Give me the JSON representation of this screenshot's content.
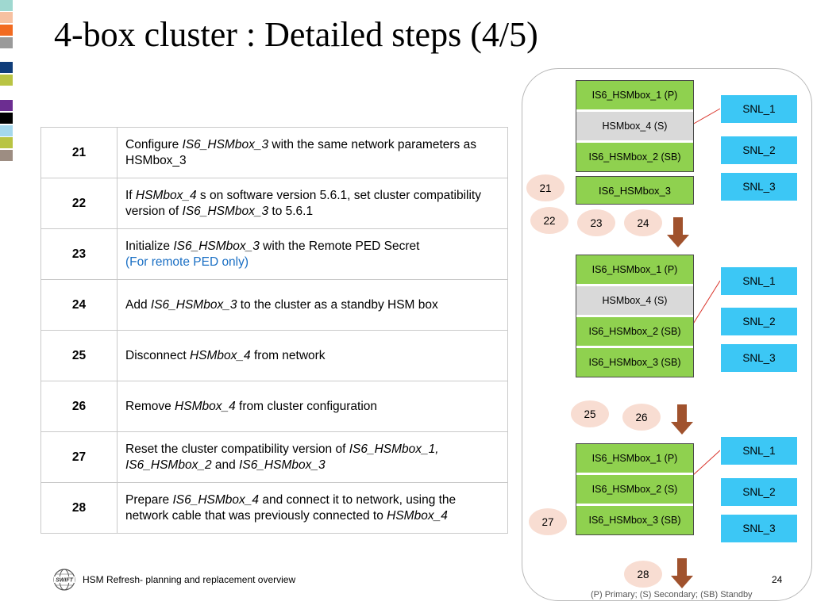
{
  "title": "4-box cluster : Detailed steps (4/5)",
  "colors": {
    "strip": [
      "#9fd8d0",
      "#f7c1a1",
      "#f26b21",
      "#9a9a9a",
      "#0f3d7a",
      "#b9c443",
      "#6c2d91",
      "#000000",
      "#a5d8ec",
      "#b9c443",
      "#9d8d82"
    ],
    "hsm_green": "#8fd14f",
    "hsm_grey": "#d9d9d9",
    "snl_blue": "#3cc7f5",
    "bubble": "#f8ddd2",
    "arrow": "#a0522d",
    "link_line": "#d9342b",
    "note_blue": "#1a6fc4"
  },
  "steps": [
    {
      "num": "21",
      "parts": [
        "Configure ",
        "IS6_HSMbox_3",
        " with the same network parameters as HSMbox_3"
      ]
    },
    {
      "num": "22",
      "parts": [
        "If ",
        "HSMbox_4",
        " s on software version 5.6.1, set cluster compatibility version of ",
        "IS6_HSMbox_3",
        " to 5.6.1"
      ]
    },
    {
      "num": "23",
      "parts": [
        "Initialize ",
        "IS6_HSMbox_3",
        " with the Remote PED Secret"
      ],
      "note": "(For remote PED only)"
    },
    {
      "num": "24",
      "parts": [
        "Add ",
        "IS6_HSMbox_3",
        " to the cluster as a standby HSM box"
      ]
    },
    {
      "num": "25",
      "parts": [
        "Disconnect ",
        "HSMbox_4",
        " from network"
      ]
    },
    {
      "num": "26",
      "parts": [
        "Remove ",
        "HSMbox_4",
        " from cluster configuration"
      ]
    },
    {
      "num": "27",
      "parts": [
        "Reset the cluster compatibility version of ",
        "IS6_HSMbox_1, IS6_HSMbox_2",
        " and ",
        "IS6_HSMbox_3",
        ""
      ]
    },
    {
      "num": "28",
      "parts": [
        "Prepare ",
        "IS6_HSMbox_4",
        " and connect it to network, using the network cable that was previously connected to ",
        "HSMbox_4",
        ""
      ]
    }
  ],
  "diagram": {
    "groups": [
      {
        "boxes": [
          {
            "label": "IS6_HSMbox_1 (P)",
            "state": "green"
          },
          {
            "label": "HSMbox_4 (S)",
            "state": "grey"
          },
          {
            "label": "IS6_HSMbox_2 (SB)",
            "state": "green"
          }
        ]
      },
      {
        "boxes": [
          {
            "label": "IS6_HSMbox_1 (P)",
            "state": "green"
          },
          {
            "label": "HSMbox_4 (S)",
            "state": "grey"
          },
          {
            "label": "IS6_HSMbox_2 (SB)",
            "state": "green"
          },
          {
            "label": "IS6_HSMbox_3 (SB)",
            "state": "green"
          }
        ]
      },
      {
        "boxes": [
          {
            "label": "IS6_HSMbox_1 (P)",
            "state": "green"
          },
          {
            "label": "IS6_HSMbox_2 (S)",
            "state": "green"
          },
          {
            "label": "IS6_HSMbox_3 (SB)",
            "state": "green"
          }
        ]
      }
    ],
    "new_box": "IS6_HSMbox_3",
    "snl_labels": [
      "SNL_1",
      "SNL_2",
      "SNL_3"
    ],
    "bubbles": [
      "21",
      "22",
      "23",
      "24",
      "25",
      "26",
      "27",
      "28"
    ]
  },
  "footer": {
    "text": "HSM Refresh- planning and replacement overview",
    "page": "24",
    "logo_text": "SWIFT",
    "legend": "(P) Primary; (S) Secondary; (SB) Standby"
  }
}
